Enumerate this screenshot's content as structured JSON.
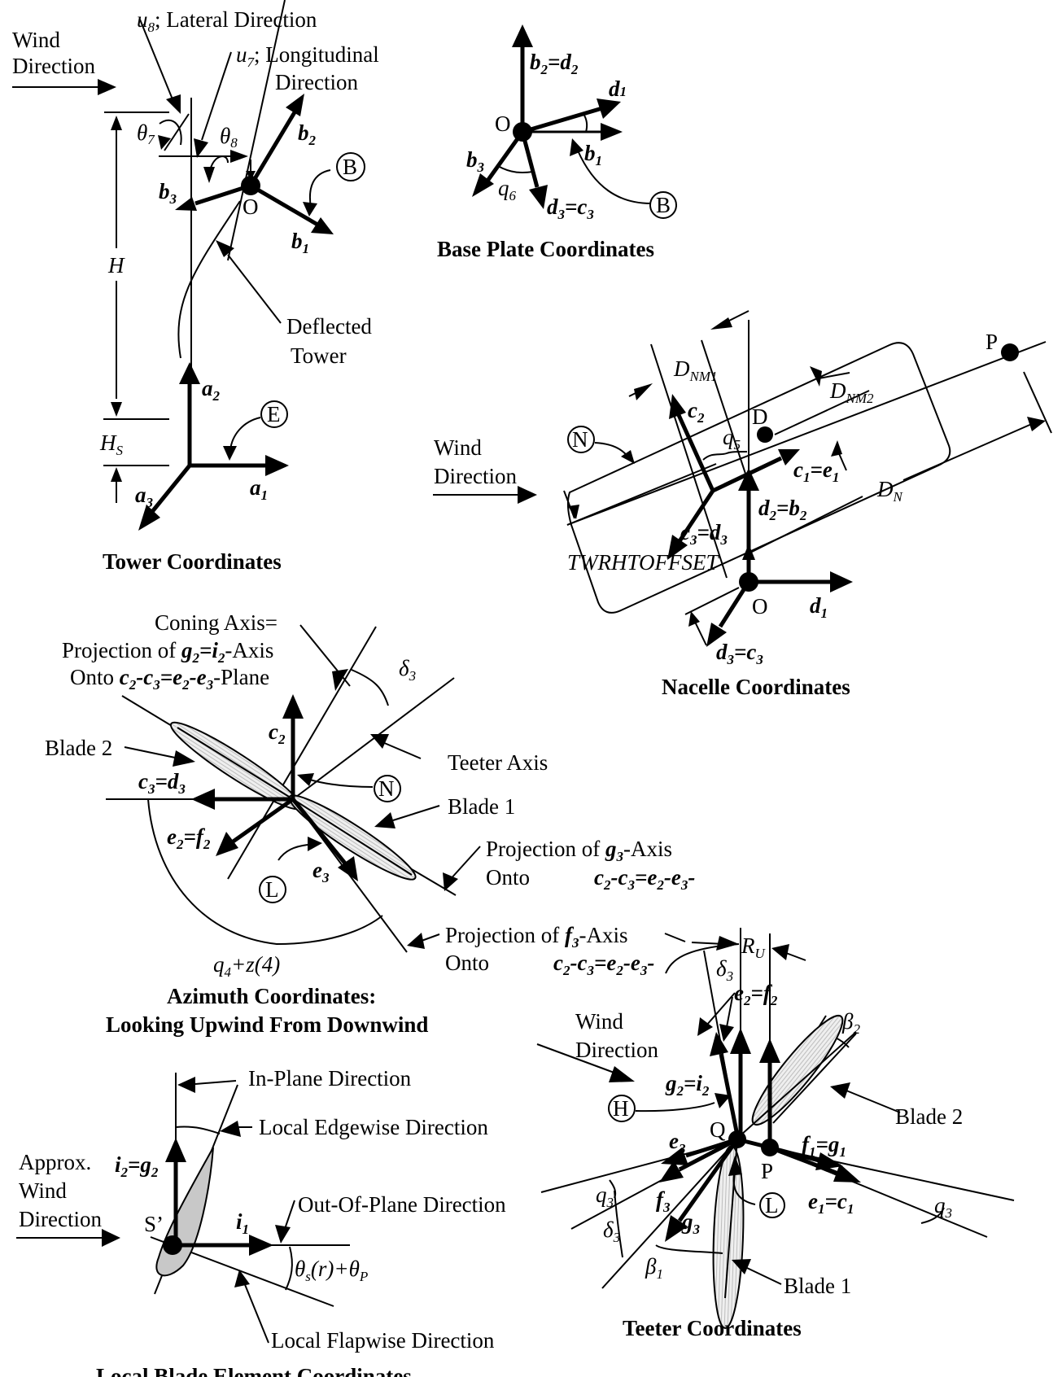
{
  "tower": {
    "title": "Tower Coordinates",
    "wind_label_1": "Wind",
    "wind_label_2": "Direction",
    "u8": "u",
    "u8_sub": "8",
    "u8_text": "; Lateral Direction",
    "u7": "u",
    "u7_sub": "7",
    "u7_text": "; Longitudinal",
    "u7_text2": "Direction",
    "theta7": "θ",
    "theta7_sub": "7",
    "theta8": "θ",
    "theta8_sub": "8",
    "b1": "b",
    "b1_sub": "1",
    "b2": "b",
    "b2_sub": "2",
    "b3": "b",
    "b3_sub": "3",
    "origin": "O",
    "point_b": "B",
    "H": "H",
    "HS": "H",
    "HS_sub": "S",
    "deflected_1": "Deflected",
    "deflected_2": "Tower",
    "a1": "a",
    "a1_sub": "1",
    "a2": "a",
    "a2_sub": "2",
    "a3": "a",
    "a3_sub": "3",
    "point_e": "E"
  },
  "baseplate": {
    "title": "Base Plate Coordinates",
    "b2d2": "b",
    "b2d2_s1": "2",
    "b2d2_eq": "=d",
    "b2d2_s2": "2",
    "d1": "d",
    "d1_sub": "1",
    "b1": "b",
    "b1_sub": "1",
    "b3": "b",
    "b3_sub": "3",
    "q6": "q",
    "q6_sub": "6",
    "d3c3": "d",
    "d3c3_s1": "3",
    "d3c3_eq": "=c",
    "d3c3_s2": "3",
    "origin": "O",
    "point_b": "B"
  },
  "nacelle": {
    "title": "Nacelle Coordinates",
    "wind_label_1": "Wind",
    "wind_label_2": "Direction",
    "dnm1": "D",
    "dnm1_sub": "NM1",
    "dnm2": "D",
    "dnm2_sub": "NM2",
    "dn": "D",
    "dn_sub": "N",
    "point_p": "P",
    "point_d": "D",
    "point_n": "N",
    "c2": "c",
    "c2_sub": "2",
    "q5": "q",
    "q5_sub": "5",
    "c1e1": "c",
    "c1e1_s1": "1",
    "c1e1_eq": "=e",
    "c1e1_s2": "1",
    "d2b2": "d",
    "d2b2_s1": "2",
    "d2b2_eq": "=b",
    "d2b2_s2": "2",
    "c3d3": "c",
    "c3d3_s1": "3",
    "c3d3_eq": "=d",
    "c3d3_s2": "3",
    "twr": "TWRHTOFFSET",
    "origin": "O",
    "d1": "d",
    "d1_sub": "1",
    "d3c3": "d",
    "d3c3_s1": "3",
    "d3c3_eq": "=c",
    "d3c3_s2": "3"
  },
  "azimuth": {
    "title_1": "Azimuth Coordinates:",
    "title_2": "Looking Upwind From Downwind",
    "coning_1": "Coning Axis=",
    "coning_2a": "Projection of ",
    "coning_2b": "g",
    "coning_2b_s": "2",
    "coning_2c": "=i",
    "coning_2c_s": "2",
    "coning_2d": "-Axis",
    "coning_3a": "Onto ",
    "coning_3b": "c",
    "coning_3b_s": "2",
    "coning_3c": "-c",
    "coning_3c_s": "3",
    "coning_3d": "=e",
    "coning_3d_s": "2",
    "coning_3e": "-e",
    "coning_3e_s": "3",
    "coning_3f": "-Plane",
    "delta3": "δ",
    "delta3_sub": "3",
    "blade2": "Blade 2",
    "blade1": "Blade 1",
    "teeter_axis": "Teeter Axis",
    "c2": "c",
    "c2_sub": "2",
    "c3d3": "c",
    "c3d3_s1": "3",
    "c3d3_eq": "=d",
    "c3d3_s2": "3",
    "e2f2": "e",
    "e2f2_s1": "2",
    "e2f2_eq": "=f",
    "e2f2_s2": "2",
    "e3": "e",
    "e3_sub": "3",
    "point_n": "N",
    "point_l": "L",
    "g3_1a": "Projection of ",
    "g3_1b": "g",
    "g3_1b_s": "3",
    "g3_1c": "-Axis",
    "g3_2a": "Onto",
    "g3_2b": "c",
    "g3_2b_s": "2",
    "g3_2c": "-c",
    "g3_2c_s": "3",
    "g3_2d": "=e",
    "g3_2d_s": "2",
    "g3_2e": "-e",
    "g3_2e_s": "3",
    "g3_2f": "-",
    "f3_1a": "Projection of ",
    "f3_1b": "f",
    "f3_1b_s": "3",
    "f3_1c": "-Axis",
    "f3_2a": "Onto",
    "f3_2b": "c",
    "f3_2b_s": "2",
    "f3_2c": "-c",
    "f3_2c_s": "3",
    "f3_2d": "=e",
    "f3_2d_s": "2",
    "f3_2e": "-e",
    "f3_2e_s": "3",
    "f3_2f": "-",
    "q4a": "q",
    "q4_sub": "4",
    "q4b": "+z(4)"
  },
  "blade_element": {
    "title": "Local Blade Element Coordinates",
    "in_plane": "In-Plane Direction",
    "edgewise": "Local Edgewise Direction",
    "wind_1": "Approx.",
    "wind_2": "Wind",
    "wind_3": "Direction",
    "i2g2": "i",
    "i2g2_s1": "2",
    "i2g2_eq": "=g",
    "i2g2_s2": "2",
    "out_of_plane": "Out-Of-Plane Direction",
    "s_prime": "S’",
    "i1": "i",
    "i1_sub": "1",
    "theta_a": "θ",
    "theta_s": "s",
    "theta_b": "(r)+θ",
    "theta_p": "P",
    "flapwise": "Local Flapwise Direction"
  },
  "teeter": {
    "title": "Teeter Coordinates",
    "ru": "R",
    "ru_sub": "U",
    "delta3": "δ",
    "delta3_sub": "3",
    "e2f2": "e",
    "e2f2_s1": "2",
    "e2f2_eq": "=f",
    "e2f2_s2": "2",
    "wind_1": "Wind",
    "wind_2": "Direction",
    "beta2": "β",
    "beta2_sub": "2",
    "g2i2": "g",
    "g2i2_s1": "2",
    "g2i2_eq": "=i",
    "g2i2_s2": "2",
    "point_h": "H",
    "blade2": "Blade 2",
    "point_q": "Q",
    "point_p": "P",
    "e3": "e",
    "e3_sub": "3",
    "f1g1": "f",
    "f1g1_s1": "1",
    "f1g1_eq": "=g",
    "f1g1_s2": "1",
    "q3": "q",
    "q3_sub": "3",
    "f3": "f",
    "f3_sub": "3",
    "point_l": "L",
    "e1c1": "e",
    "e1c1_s1": "1",
    "e1c1_eq": "=c",
    "e1c1_s2": "1",
    "g3": "g",
    "g3_sub": "3",
    "delta3b": "δ",
    "delta3b_sub": "3",
    "beta1": "β",
    "beta1_sub": "1",
    "q3b": "q",
    "q3b_sub": "3",
    "blade1": "Blade 1"
  }
}
